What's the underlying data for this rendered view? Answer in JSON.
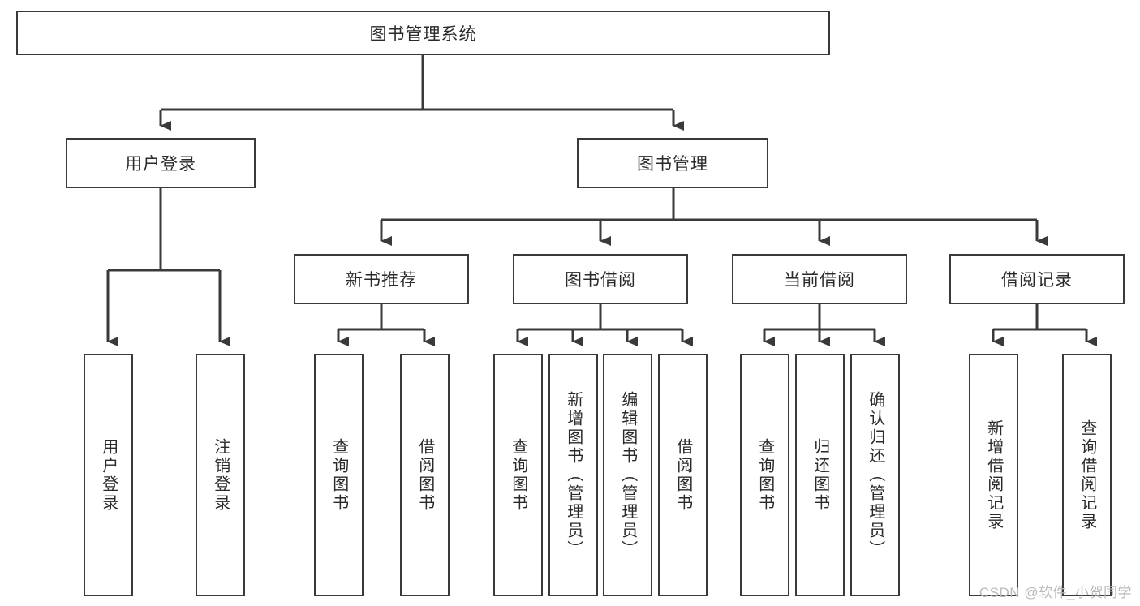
{
  "diagram": {
    "type": "tree",
    "title": "图书管理系统",
    "root": {
      "id": "root",
      "label": "图书管理系统",
      "orientation": "horizontal"
    },
    "level2": [
      {
        "id": "user-login",
        "label": "用户登录",
        "orientation": "horizontal"
      },
      {
        "id": "book-manage",
        "label": "图书管理",
        "orientation": "horizontal"
      }
    ],
    "level3": [
      {
        "id": "new-book-recommend",
        "label": "新书推荐",
        "orientation": "horizontal",
        "parent": "book-manage"
      },
      {
        "id": "book-borrow",
        "label": "图书借阅",
        "orientation": "horizontal",
        "parent": "book-manage"
      },
      {
        "id": "current-borrow",
        "label": "当前借阅",
        "orientation": "horizontal",
        "parent": "book-manage"
      },
      {
        "id": "borrow-record",
        "label": "借阅记录",
        "orientation": "horizontal",
        "parent": "book-manage"
      }
    ],
    "leaves": [
      {
        "id": "leaf-user-login",
        "label": "用户登录",
        "parent": "user-login"
      },
      {
        "id": "leaf-logout-login",
        "label": "注销登录",
        "parent": "user-login"
      },
      {
        "id": "leaf-query-book-1",
        "label": "查询图书",
        "parent": "new-book-recommend"
      },
      {
        "id": "leaf-borrow-book-1",
        "label": "借阅图书",
        "parent": "new-book-recommend"
      },
      {
        "id": "leaf-query-book-2",
        "label": "查询图书",
        "parent": "book-borrow"
      },
      {
        "id": "leaf-add-book",
        "label": "新增图书（管理员）",
        "parent": "book-borrow"
      },
      {
        "id": "leaf-edit-book",
        "label": "编辑图书（管理员）",
        "parent": "book-borrow"
      },
      {
        "id": "leaf-borrow-book-2",
        "label": "借阅图书",
        "parent": "book-borrow"
      },
      {
        "id": "leaf-query-book-3",
        "label": "查询图书",
        "parent": "current-borrow"
      },
      {
        "id": "leaf-return-book",
        "label": "归还图书",
        "parent": "current-borrow"
      },
      {
        "id": "leaf-confirm-return",
        "label": "确认归还（管理员）",
        "parent": "current-borrow"
      },
      {
        "id": "leaf-add-record",
        "label": "新增借阅记录",
        "parent": "borrow-record"
      },
      {
        "id": "leaf-query-record",
        "label": "查询借阅记录",
        "parent": "borrow-record"
      }
    ],
    "colors": {
      "box_border": "#3a3a3a",
      "box_fill": "#ffffff",
      "connector": "#3a3a3a",
      "text": "#2a2a2a",
      "background": "#ffffff",
      "watermark": "#b9b9b9"
    }
  },
  "watermark": {
    "text": "CSDN @软件_小贺同学"
  }
}
